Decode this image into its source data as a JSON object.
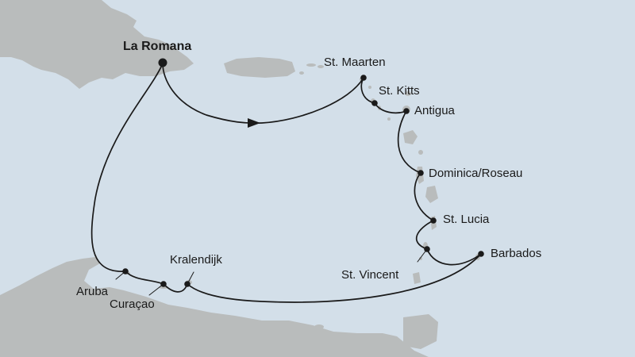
{
  "map": {
    "colors": {
      "sea": "#d3dfe9",
      "land": "#b9bcbc",
      "route": "#1a1a1a"
    },
    "route_direction_icon": "arrow-head-icon",
    "ports": {
      "home": "La Romana",
      "st_maarten": "St. Maarten",
      "st_kitts": "St. Kitts",
      "antigua": "Antigua",
      "dominica": "Dominica/Roseau",
      "st_lucia": "St. Lucia",
      "st_vincent": "St. Vincent",
      "barbados": "Barbados",
      "kralendijk": "Kralendijk",
      "curacao": "Curaçao",
      "aruba": "Aruba"
    }
  }
}
